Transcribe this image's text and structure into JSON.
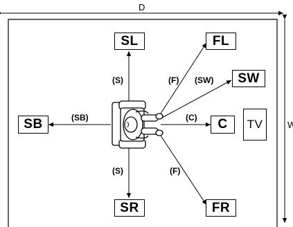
{
  "dimensions": {
    "depth": "D",
    "width": "W"
  },
  "speakers": {
    "sl": "SL",
    "fl": "FL",
    "sw": "SW",
    "sb": "SB",
    "c": "C",
    "sr": "SR",
    "fr": "FR"
  },
  "tv": "TV",
  "distances": {
    "sl": "(S)",
    "fl": "(F)",
    "sw": "(SW)",
    "sb": "(SB)",
    "c": "(C)",
    "sr": "(S)",
    "fr": "(F)"
  }
}
